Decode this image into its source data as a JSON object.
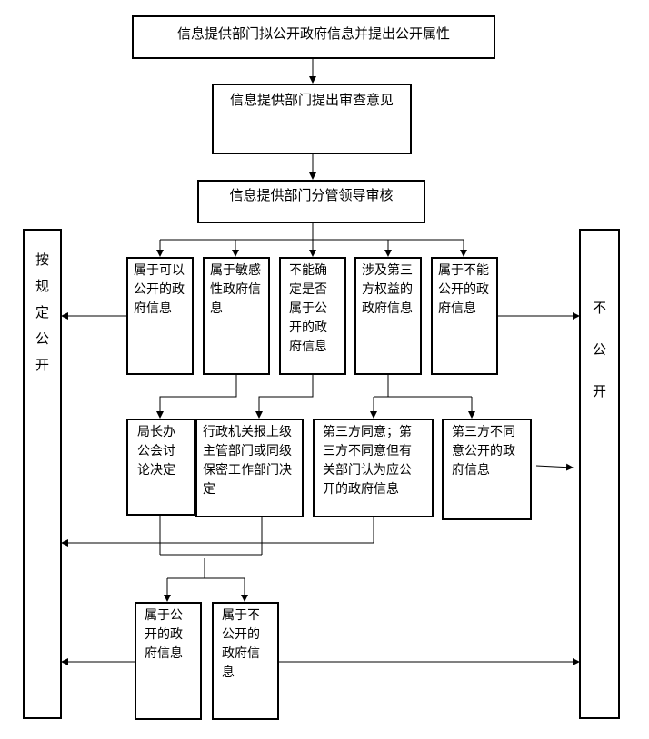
{
  "flowchart": {
    "step1": "信息提供部门拟公开政府信息并提出公开属性",
    "step2": "信息提供部门提出审查意见",
    "step3": "信息提供部门分管领导审核",
    "side_publish": [
      "按",
      "规",
      "定",
      "公",
      "开"
    ],
    "side_not_publish": [
      "不",
      "公",
      "开"
    ],
    "categories": [
      "属于可以公开的政府信息",
      "属于敏感性政府信息",
      "不能确定是否属于公开的政府信息",
      "涉及第三方权益的政府信息",
      "属于不能公开的政府信息"
    ],
    "decisions": [
      "局长办公会讨论决定",
      "行政机关报上级主管部门或同级保密工作部门决定",
      "第三方同意；第三方不同意但有关部门认为应公开的政府信息",
      "第三方不同意公开的政府信息"
    ],
    "results": [
      "属于公开的政府信息",
      "属于不公开的政府信息"
    ]
  }
}
